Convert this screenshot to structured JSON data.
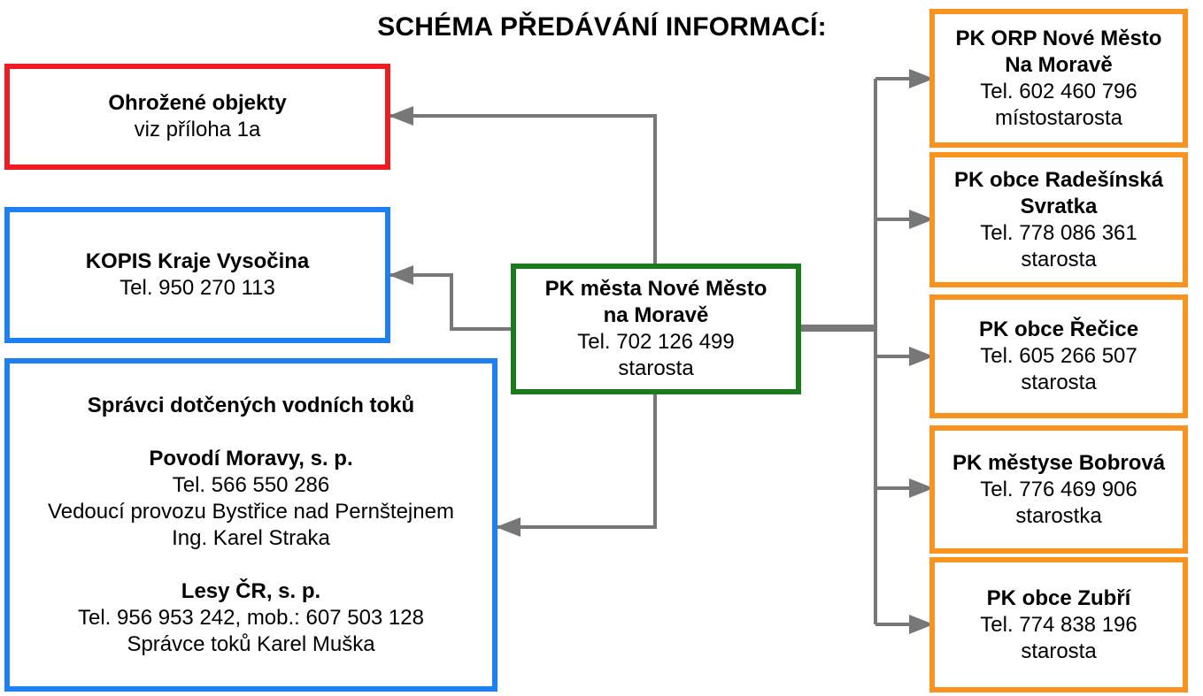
{
  "title": "SCHÉMA PŘEDÁVÁNÍ INFORMACÍ:",
  "colors": {
    "red": "#ef1c24",
    "blue": "#1e7ff0",
    "green": "#1b7a1b",
    "orange": "#f7931e",
    "arrow": "#777777"
  },
  "center": {
    "name1": "PK města Nové Město",
    "name2": "na Moravě",
    "tel": "Tel. 702 126 499",
    "role": "starosta"
  },
  "threatened": {
    "name": "Ohrožené objekty",
    "note": "viz příloha 1a"
  },
  "kopis": {
    "name": "KOPIS Kraje Vysočina",
    "tel": "Tel. 950 270 113"
  },
  "water": {
    "heading": "Správci dotčených vodních toků",
    "povodi": {
      "name": "Povodí Moravy, s. p.",
      "tel": "Tel. 566 550 286",
      "role": "Vedoucí provozu Bystřice nad Pernštejnem",
      "person": "Ing. Karel Straka"
    },
    "lesy": {
      "name": "Lesy ČR, s. p.",
      "tel": "Tel. 956 953 242, mob.: 607 503 128",
      "role": "Správce toků Karel Muška"
    }
  },
  "right": [
    {
      "name1": "PK ORP Nové Město",
      "name2": "Na Moravě",
      "tel": "Tel. 602 460 796",
      "role": "místostarosta"
    },
    {
      "name1": "PK obce Radešínská",
      "name2": "Svratka",
      "tel": "Tel. 778 086 361",
      "role": "starosta"
    },
    {
      "name1": "PK obce Řečice",
      "tel": "Tel. 605 266 507",
      "role": "starosta"
    },
    {
      "name1": "PK městyse Bobrová",
      "tel": "Tel. 776 469 906",
      "role": "starostka"
    },
    {
      "name1": "PK obce Zubří",
      "tel": "Tel. 774 838 196",
      "role": "starosta"
    }
  ]
}
